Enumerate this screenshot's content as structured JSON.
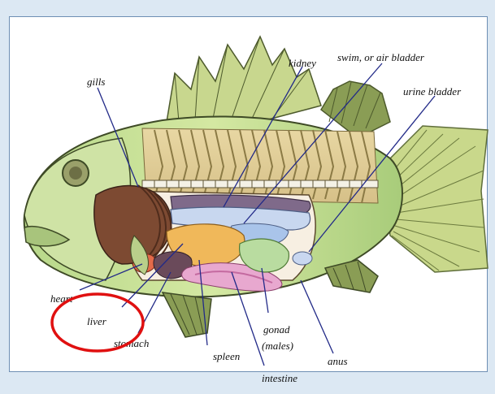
{
  "labels": {
    "gills": "gills",
    "kidney": "kidney",
    "swim_bladder": "swim, or air bladder",
    "urine_bladder": "urine bladder",
    "heart": "heart",
    "liver": "liver",
    "stomach": "stomach",
    "spleen": "spleen",
    "intestine": "intestine",
    "gonad_line1": "gonad",
    "gonad_line2": "(males)",
    "anus": "anus"
  },
  "highlight": {
    "target": "liver",
    "color": "#e01010"
  }
}
